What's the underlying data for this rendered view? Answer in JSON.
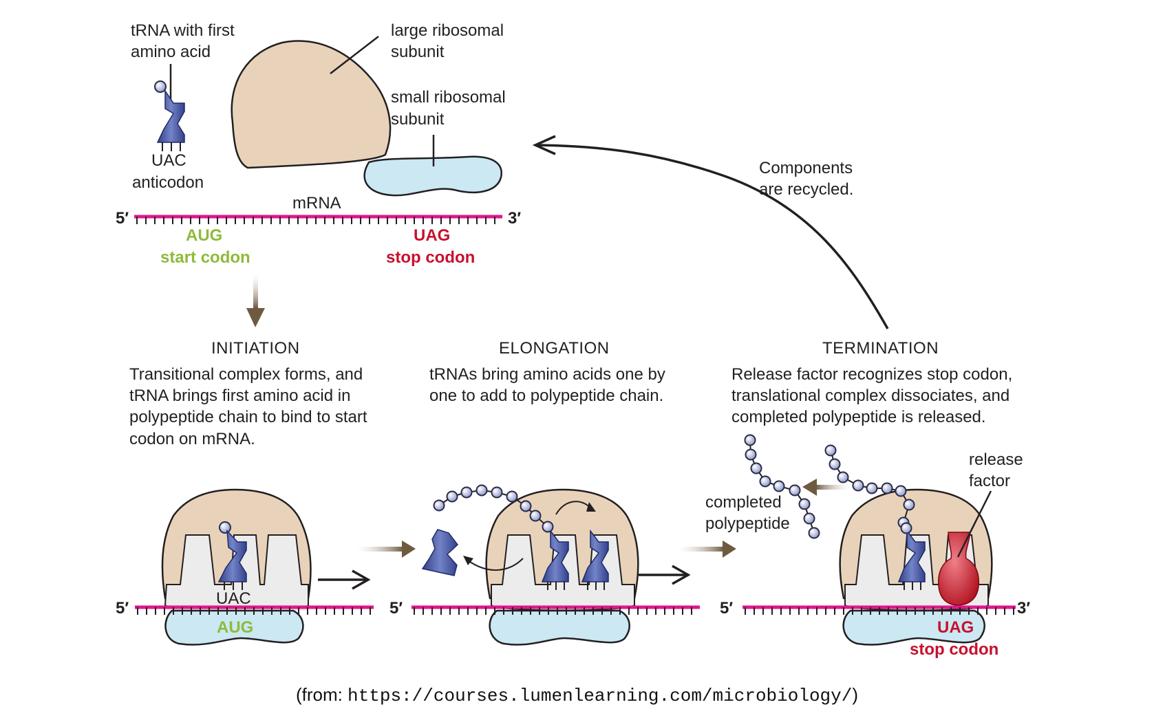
{
  "colors": {
    "large_subunit": "#e8d3ba",
    "small_subunit": "#cbe8f3",
    "trna": "#4656a3",
    "mrna": "#e0168c",
    "start_codon": "#8dbb3a",
    "stop_codon": "#c8102e",
    "process_arrow": "#6e5a3f",
    "release_factor": "#c8202a",
    "amino_acid": "#b9c3e6"
  },
  "top": {
    "trna_label": [
      "tRNA with first",
      "amino acid"
    ],
    "anticodon_letters": "UAC",
    "anticodon_label": "anticodon",
    "large_subunit_label": [
      "large ribosomal",
      "subunit"
    ],
    "small_subunit_label": [
      "small ribosomal",
      "subunit"
    ],
    "mrna_label": "mRNA",
    "five_prime": "5′",
    "three_prime": "3′",
    "start_codon": "AUG",
    "start_codon_label": "start codon",
    "stop_codon": "UAG",
    "stop_codon_label": "stop codon",
    "recycle_label": [
      "Components",
      "are recycled."
    ]
  },
  "stages": [
    {
      "heading": "INITIATION",
      "description": [
        "Transitional complex forms, and",
        "tRNA brings first amino acid in",
        "polypeptide chain to bind to start",
        "codon on mRNA."
      ]
    },
    {
      "heading": "ELONGATION",
      "description": [
        "tRNAs bring amino acids one by",
        "one to add to polypeptide chain."
      ]
    },
    {
      "heading": "TERMINATION",
      "description": [
        "Release factor recognizes stop codon,",
        "translational complex dissociates, and",
        "completed polypeptide is released."
      ]
    }
  ],
  "bottom": {
    "initiation_anticodon": "UAC",
    "initiation_codon": "AUG",
    "five_prime": "5′",
    "three_prime": "3′",
    "completed_polypeptide_label": [
      "completed",
      "polypeptide"
    ],
    "release_factor_label": [
      "release",
      "factor"
    ],
    "termination_codon": "UAG",
    "termination_codon_label": "stop codon"
  },
  "source": {
    "prefix": "(from: ",
    "url": "https://courses.lumenlearning.com/microbiology/",
    "suffix": ")"
  }
}
